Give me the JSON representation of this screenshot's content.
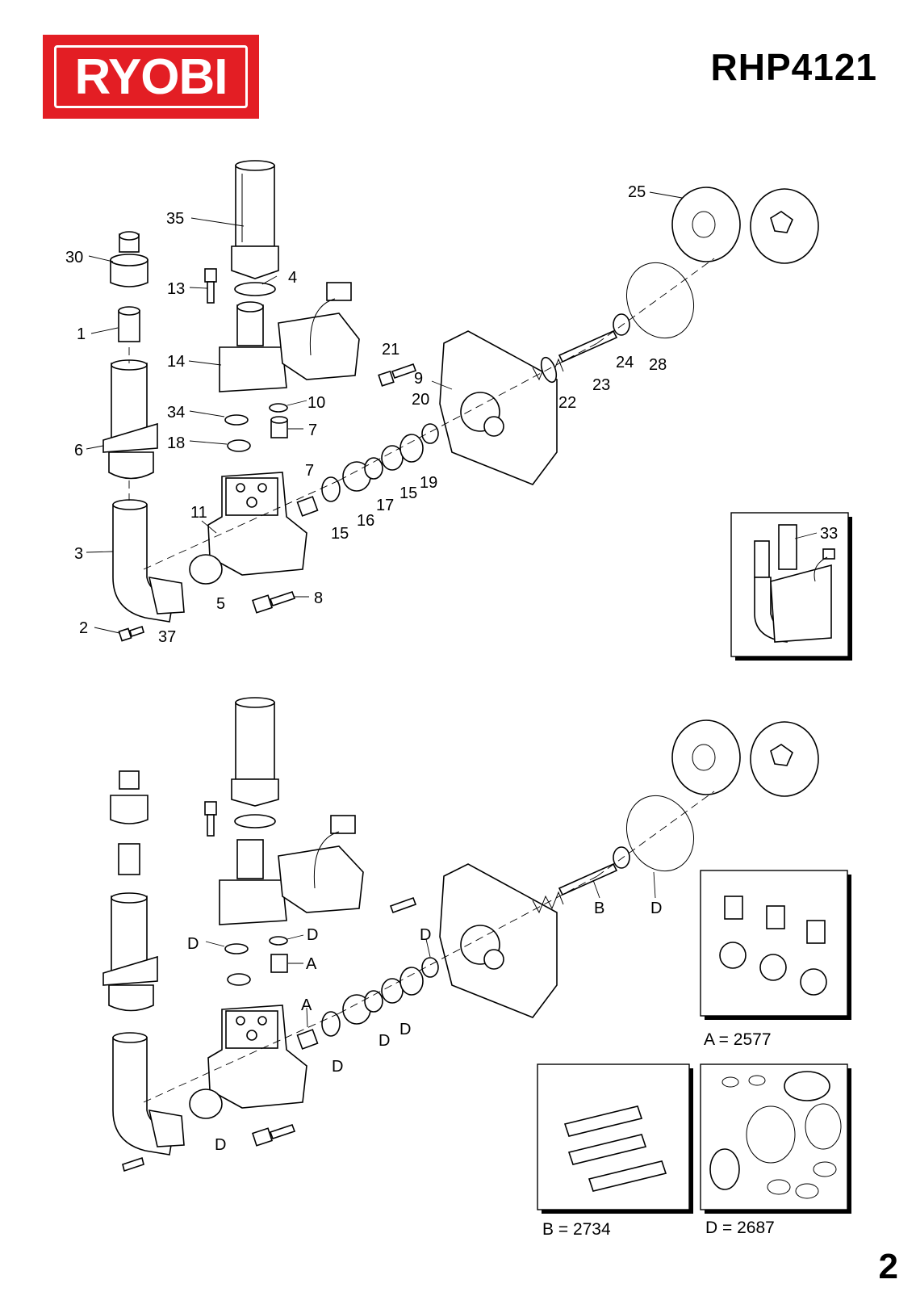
{
  "brand": {
    "name": "RYOBI",
    "color": "#e31e24"
  },
  "model": "RHP4121",
  "page_number": "2",
  "exploded_labels": {
    "l35": "35",
    "l30": "30",
    "l13": "13",
    "l4": "4",
    "l1": "1",
    "l14": "14",
    "l34": "34",
    "l10": "10",
    "l18": "18",
    "l7a": "7",
    "l6": "6",
    "l7b": "7",
    "l11": "11",
    "l3": "3",
    "l5": "5",
    "l8": "8",
    "l2": "2",
    "l37": "37",
    "l25": "25",
    "l21": "21",
    "l9": "9",
    "l20": "20",
    "l22": "22",
    "l23": "23",
    "l24": "24",
    "l28": "28",
    "l19": "19",
    "l15a": "15",
    "l17": "17",
    "l16": "16",
    "l15b": "15",
    "l33": "33"
  },
  "kit_labels": {
    "d1": "D",
    "d2": "D",
    "a1": "A",
    "dk": "D",
    "a2": "A",
    "d3": "D",
    "d4": "D",
    "d5": "D",
    "d6": "D",
    "b": "B",
    "d7": "D"
  },
  "kits": {
    "a": "A =  2577",
    "b": "B =  2734",
    "d": "D = 2687"
  }
}
